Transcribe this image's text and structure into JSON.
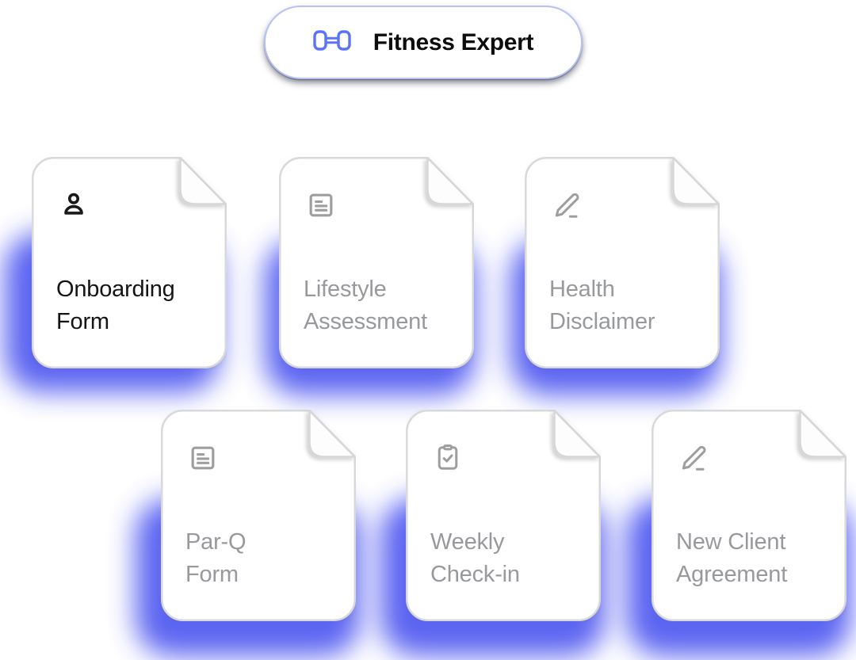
{
  "badge": {
    "label": "Fitness Expert",
    "icon": "dumbbell-icon",
    "icon_color": "#5b74f7"
  },
  "cards": [
    {
      "title_line1": "Onboarding",
      "title_line2": "Form",
      "icon": "user-icon",
      "emphasized": true
    },
    {
      "title_line1": "Lifestyle",
      "title_line2": "Assessment",
      "icon": "document-text-icon",
      "emphasized": false
    },
    {
      "title_line1": "Health",
      "title_line2": "Disclaimer",
      "icon": "pencil-icon",
      "emphasized": false
    },
    {
      "title_line1": "Par-Q",
      "title_line2": "Form",
      "icon": "document-text-icon",
      "emphasized": false
    },
    {
      "title_line1": "Weekly",
      "title_line2": "Check-in",
      "icon": "clipboard-check-icon",
      "emphasized": false
    },
    {
      "title_line1": "New Client",
      "title_line2": "Agreement",
      "icon": "pencil-icon",
      "emphasized": false
    }
  ],
  "colors": {
    "glow_blue": "#4e57f0",
    "card_border": "#d9d9d9",
    "title_gray": "#97999c",
    "title_black": "#141414",
    "icon_gray": "#9e9e9e",
    "badge_border": "#b7c1f4",
    "badge_icon_blue": "#5b74f7"
  }
}
